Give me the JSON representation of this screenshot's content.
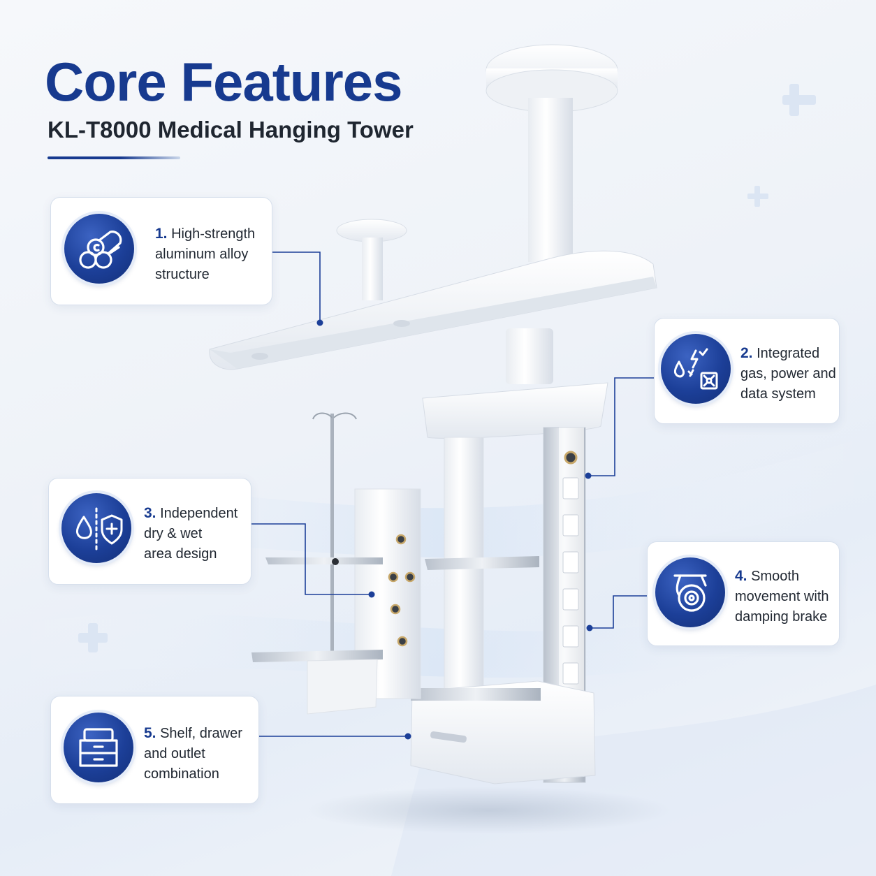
{
  "header": {
    "title": "Core Features",
    "subtitle": "KL-T8000 Medical Hanging Tower"
  },
  "features": [
    {
      "number": "1.",
      "text_line1": "High-strength",
      "text_line2": "aluminum alloy",
      "text_line3": "structure",
      "icon": "aluminum-profile-icon"
    },
    {
      "number": "2.",
      "text_line1": "Integrated",
      "text_line2": "gas, power and",
      "text_line3": "data system",
      "icon": "gas-power-data-icon"
    },
    {
      "number": "3.",
      "text_line1": "Independent",
      "text_line2": "dry & wet",
      "text_line3": "area design",
      "icon": "dry-wet-shield-icon"
    },
    {
      "number": "4.",
      "text_line1": "Smooth",
      "text_line2": "movement with",
      "text_line3": "damping brake",
      "icon": "caster-wheel-icon"
    },
    {
      "number": "5.",
      "text_line1": "Shelf, drawer",
      "text_line2": "and outlet",
      "text_line3": "combination",
      "icon": "drawer-cabinet-icon"
    }
  ],
  "colors": {
    "brand_blue": "#173a8f",
    "text_dark": "#1f2630",
    "card_border": "#d6dfec",
    "leader_line": "#1c3f98"
  }
}
